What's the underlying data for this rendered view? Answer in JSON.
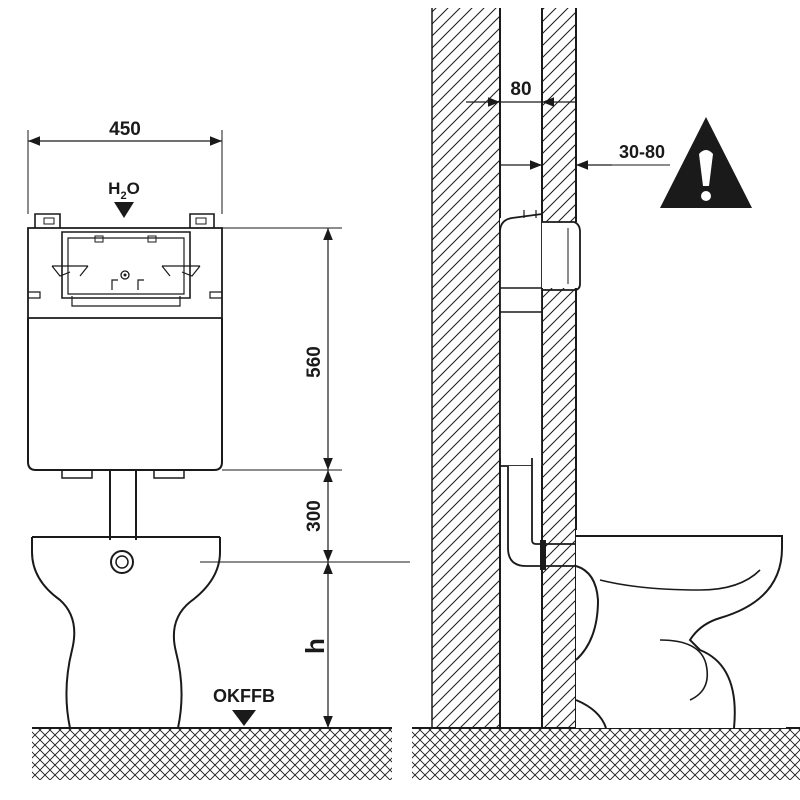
{
  "dimensions": {
    "tank_width": "450",
    "tank_height": "560",
    "pipe_length": "300",
    "bowl_height_symbol": "h",
    "wall_cavity": "80",
    "wall_gap": "30-80"
  },
  "labels": {
    "water_inlet": "H",
    "water_inlet_sub": "2",
    "water_inlet_tail": "O",
    "floor_reference": "OKFFB"
  },
  "warning_icon": "exclamation-triangle-icon",
  "colors": {
    "line": "#1a1a1a",
    "background": "#ffffff"
  }
}
